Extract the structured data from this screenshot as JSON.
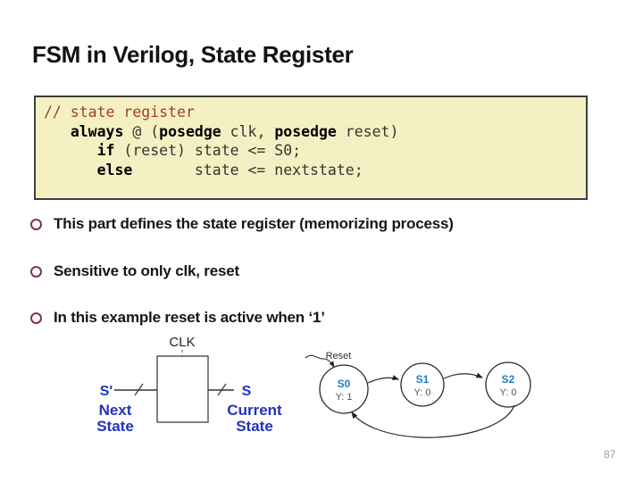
{
  "slide": {
    "title": "FSM in Verilog, State Register",
    "page_number": "87"
  },
  "code_block": {
    "line1": {
      "comment": "// state register"
    },
    "line2": {
      "indent": "   ",
      "kw_always": "always",
      "t_at": " @ (",
      "kw_posedge1": "posedge",
      "t_clk": " clk, ",
      "kw_posedge2": "posedge",
      "t_reset": " reset)"
    },
    "line3": {
      "indent": "      ",
      "kw_if": "if",
      "t_rest": " (reset) state <= S0;"
    },
    "line4": {
      "indent": "      ",
      "kw_else": "else",
      "t_rest": "       state <= nextstate;"
    }
  },
  "bullets": [
    {
      "label": "This part defines the state register (memorizing process)"
    },
    {
      "label": "Sensitive to only clk, reset"
    },
    {
      "label": "In this example reset is active when ‘1’"
    }
  ],
  "diagram": {
    "clk_label": "CLK",
    "next_state": {
      "signal": "S'",
      "line1": "Next",
      "line2": "State"
    },
    "current_state": {
      "signal": "S",
      "line1": "Current",
      "line2": "State"
    },
    "fsm": {
      "reset_label": "Reset",
      "states": [
        {
          "name": "S0",
          "output": "Y: 1"
        },
        {
          "name": "S1",
          "output": "Y: 0"
        },
        {
          "name": "S2",
          "output": "Y: 0"
        }
      ]
    }
  },
  "colors": {
    "title_text": "#111111",
    "bullet_ring": "#83304E",
    "code_background": "#F4F0C4",
    "code_border": "#3e3e3e",
    "code_comment": "#9E3D2B",
    "code_keyword": "#000000",
    "signal_blue": "#2233BB",
    "state_name_blue": "#1F7EC0",
    "page_number_gray": "#9a9a9a"
  }
}
